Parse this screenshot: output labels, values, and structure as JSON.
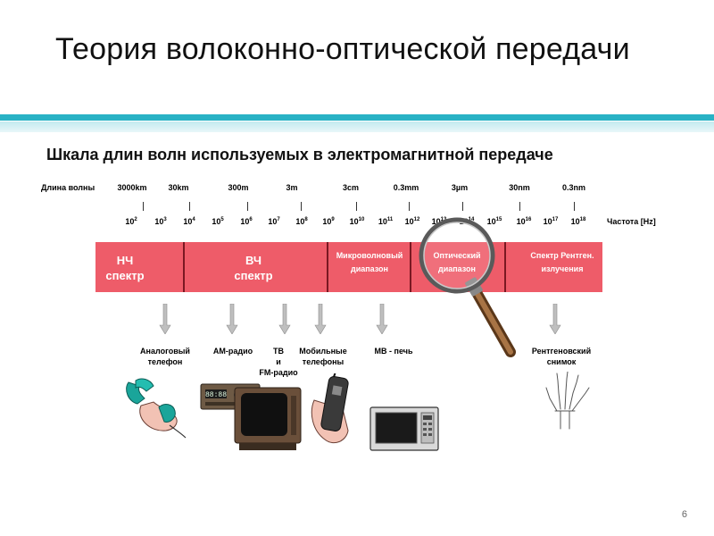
{
  "title": "Теория волоконно-оптической передачи",
  "subtitle": "Шкала длин волн используемых в электромагнитной передаче",
  "wavelength": {
    "caption": "Длина волны",
    "labels": [
      "3000km",
      "30km",
      "300m",
      "3m",
      "3cm",
      "0.3mm",
      "3µm",
      "30nm",
      "0.3nm"
    ]
  },
  "frequency": {
    "caption": "Частота [Hz]",
    "base": "10",
    "exponents": [
      "2",
      "3",
      "4",
      "5",
      "6",
      "7",
      "8",
      "9",
      "10",
      "11",
      "12",
      "13",
      "14",
      "15",
      "16",
      "17",
      "18"
    ]
  },
  "bands": [
    {
      "line1": "НЧ",
      "line2": "спектр"
    },
    {
      "line1": "ВЧ",
      "line2": "спектр"
    },
    {
      "line1": "Микроволновый",
      "line2": "диапазон"
    },
    {
      "line1": "Оптический",
      "line2": "диапазон"
    },
    {
      "line1": "Спектр Рентген.",
      "line2": "излучения"
    }
  ],
  "applications": [
    {
      "line1": "Аналоговый",
      "line2": "телефон"
    },
    {
      "line1": "AM-радио"
    },
    {
      "line1": "ТВ",
      "line2": "и",
      "line3": "FM-радио"
    },
    {
      "line1": "Мобильные",
      "line2": "телефоны"
    },
    {
      "line1": "МВ - печь"
    },
    {
      "line1": "Рентгеновский",
      "line2": "снимок"
    }
  ],
  "devices": {
    "radio_display": "88:88"
  },
  "colors": {
    "band": "#ee5c69",
    "band_separator": "#7a1822",
    "band_text": "#ffffff",
    "rule_top": "#29b2c5",
    "rule_bottom": "#9fdbe3",
    "arrow": "#bfbfbf"
  },
  "page_number": "6"
}
